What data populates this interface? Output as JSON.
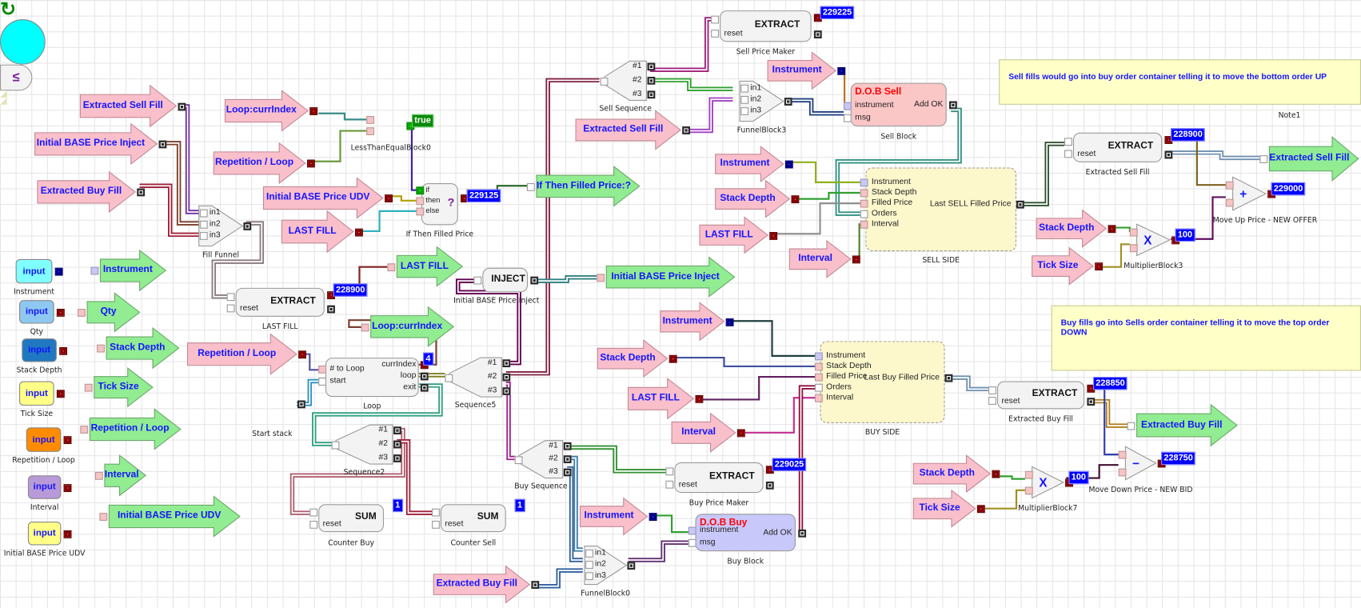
{
  "inputs": [
    {
      "label": "input",
      "caption": "Instrument",
      "color": "#80ffff"
    },
    {
      "label": "input",
      "caption": "Qty",
      "color": "#8ec8f0"
    },
    {
      "label": "input",
      "caption": "Stack Depth",
      "color": "#1f78c0"
    },
    {
      "label": "input",
      "caption": "Tick Size",
      "color": "#ffff88"
    },
    {
      "label": "input",
      "caption": "Repetition / Loop",
      "color": "#ff8c00"
    },
    {
      "label": "input",
      "caption": "Interval",
      "color": "#b89ad8"
    },
    {
      "label": "input",
      "caption": "Initial BASE Price UDV",
      "color": "#ffff88"
    }
  ],
  "arrows": [
    {
      "label": "Extracted Sell Fill",
      "style": "pink"
    },
    {
      "label": "Initial BASE Price Inject",
      "style": "pink"
    },
    {
      "label": "Extracted Buy Fill",
      "style": "pink"
    },
    {
      "label": "Loop:currIndex",
      "style": "pink"
    },
    {
      "label": "Repetition / Loop",
      "style": "pink"
    },
    {
      "label": "Initial BASE Price UDV",
      "style": "pink"
    },
    {
      "label": "LAST FILL",
      "style": "pink"
    },
    {
      "label": "If Then Filled Price:?",
      "style": "green"
    },
    {
      "label": "LAST FILL",
      "style": "green"
    },
    {
      "label": "Loop:currIndex",
      "style": "green"
    },
    {
      "label": "Repetition / Loop",
      "style": "pink"
    },
    {
      "label": "Initial BASE Price Inject",
      "style": "green"
    },
    {
      "label": "Instrument",
      "style": "pink"
    },
    {
      "label": "Extracted Sell Fill",
      "style": "pink"
    },
    {
      "label": "Instrument",
      "style": "pink"
    },
    {
      "label": "Stack Depth",
      "style": "pink"
    },
    {
      "label": "LAST FILL",
      "style": "pink"
    },
    {
      "label": "Interval",
      "style": "pink"
    },
    {
      "label": "Extracted Sell Fill",
      "style": "green"
    },
    {
      "label": "Stack Depth",
      "style": "pink"
    },
    {
      "label": "Tick Size",
      "style": "pink"
    },
    {
      "label": "Instrument",
      "style": "pink"
    },
    {
      "label": "Stack Depth",
      "style": "pink"
    },
    {
      "label": "LAST FILL",
      "style": "pink"
    },
    {
      "label": "Interval",
      "style": "pink"
    },
    {
      "label": "Extracted Buy Fill",
      "style": "green"
    },
    {
      "label": "Stack Depth",
      "style": "pink"
    },
    {
      "label": "Tick Size",
      "style": "pink"
    },
    {
      "label": "Instrument",
      "style": "pink"
    },
    {
      "label": "Extracted Buy Fill",
      "style": "pink"
    },
    {
      "label": "Instrument",
      "style": "green"
    },
    {
      "label": "Qty",
      "style": "green"
    },
    {
      "label": "Stack Depth",
      "style": "green"
    },
    {
      "label": "Tick Size",
      "style": "green"
    },
    {
      "label": "Repetition / Loop",
      "style": "green"
    },
    {
      "label": "Interval",
      "style": "green"
    },
    {
      "label": "Initial BASE Price UDV",
      "style": "green"
    }
  ],
  "extracts": [
    {
      "title": "EXTRACT",
      "reset": "reset",
      "caption": "LAST FILL",
      "value": "228900"
    },
    {
      "title": "EXTRACT",
      "reset": "reset",
      "caption": "Sell Price Maker",
      "value": "229225"
    },
    {
      "title": "EXTRACT",
      "reset": "reset",
      "caption": "Extracted Sell Fill",
      "value": "228900"
    },
    {
      "title": "EXTRACT",
      "reset": "reset",
      "caption": "Extracted Buy Fill",
      "value": "228850"
    },
    {
      "title": "EXTRACT",
      "reset": "reset",
      "caption": "Buy Price Maker",
      "value": "229025"
    }
  ],
  "funnels": [
    {
      "inputs": [
        "in1",
        "in2",
        "in3"
      ],
      "caption": "Fill Funnel"
    },
    {
      "inputs": [
        "in1",
        "in2",
        "in3"
      ],
      "caption": "FunnelBlock3"
    },
    {
      "inputs": [
        "in1",
        "in2",
        "in3"
      ],
      "caption": "FunnelBlock0"
    }
  ],
  "sequences": [
    {
      "outputs": [
        "#1",
        "#2",
        "#3"
      ],
      "caption": "Sequence5"
    },
    {
      "outputs": [
        "#1",
        "#2",
        "#3"
      ],
      "caption": "Sequence2"
    },
    {
      "outputs": [
        "#1",
        "#2",
        "#3"
      ],
      "caption": "Sell Sequence"
    },
    {
      "outputs": [
        "#1",
        "#2",
        "#3"
      ],
      "caption": "Buy Sequence"
    }
  ],
  "sums": [
    {
      "title": "SUM",
      "reset": "reset",
      "caption": "Counter Buy",
      "value": "1"
    },
    {
      "title": "SUM",
      "reset": "reset",
      "caption": "Counter Sell",
      "value": "1"
    }
  ],
  "inject": {
    "title": "INJECT",
    "caption": "Initial BASE Price Inject"
  },
  "loop": {
    "caption": "Loop",
    "inputs": [
      "# to Loop",
      "start"
    ],
    "outputs": [
      "currIndex",
      "loop",
      "exit"
    ],
    "value": "4",
    "icon": "loop-icon"
  },
  "start_stack": {
    "caption": "Start stack",
    "color": "#00ffff"
  },
  "lte": {
    "symbol": "≤",
    "caption": "LessThanEqualBlock0",
    "value": "true"
  },
  "ifthen": {
    "symbol": "?",
    "inputs": [
      "if",
      "then",
      "else"
    ],
    "caption": "If Then Filled Price",
    "value": "229125"
  },
  "dob": [
    {
      "title": "D.O.B Sell",
      "inputs": [
        "instrument",
        "msg"
      ],
      "output": "Add OK",
      "caption": "Sell Block",
      "color": "#fbc6c6"
    },
    {
      "title": "D.O.B Buy",
      "inputs": [
        "instrument",
        "msg"
      ],
      "output": "Add OK",
      "caption": "Buy Block",
      "color": "#c8c8fa"
    }
  ],
  "containers": [
    {
      "caption": "SELL SIDE",
      "inputs": [
        "Instrument",
        "Stack Depth",
        "Filled Price",
        "Orders",
        "Interval"
      ],
      "output": "Last SELL Filled Price"
    },
    {
      "caption": "BUY SIDE",
      "inputs": [
        "Instrument",
        "Stack Depth",
        "Filled Price",
        "Orders",
        "Interval"
      ],
      "output": "Last Buy Filled Price"
    }
  ],
  "math": [
    {
      "symbol": "+",
      "caption": "Move Up Price - NEW OFFER",
      "value": "229000"
    },
    {
      "symbol": "X",
      "caption": "MultiplierBlock3",
      "value": "100"
    },
    {
      "symbol": "−",
      "caption": "Move Down Price - NEW BID",
      "value": "228750"
    },
    {
      "symbol": "X",
      "caption": "MultiplierBlock7",
      "value": "100"
    }
  ],
  "notes": [
    {
      "text": "Sell fills would go into buy order container telling it to move the bottom order UP",
      "caption": "Note1"
    },
    {
      "text": "Buy fills go into Sells order container telling it to move the top order DOWN"
    }
  ],
  "colors": {
    "pink_arrow": "#f9bfca",
    "green_arrow": "#92ec92",
    "label_text": "#1414ff",
    "value_badge": "#0000ff",
    "dob_title": "#ff0000"
  }
}
